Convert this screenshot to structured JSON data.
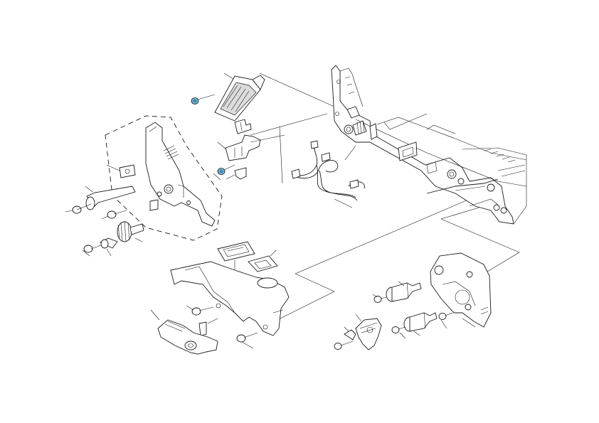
{
  "diagram": {
    "type": "exploded-parts-view",
    "colors": {
      "line": "#1a1a1a",
      "paper": "#ffffff",
      "highlight_screw": "#6fb3d6"
    },
    "highlighted_parts": [
      "blue-screw-upper",
      "blue-screw-middle"
    ]
  }
}
